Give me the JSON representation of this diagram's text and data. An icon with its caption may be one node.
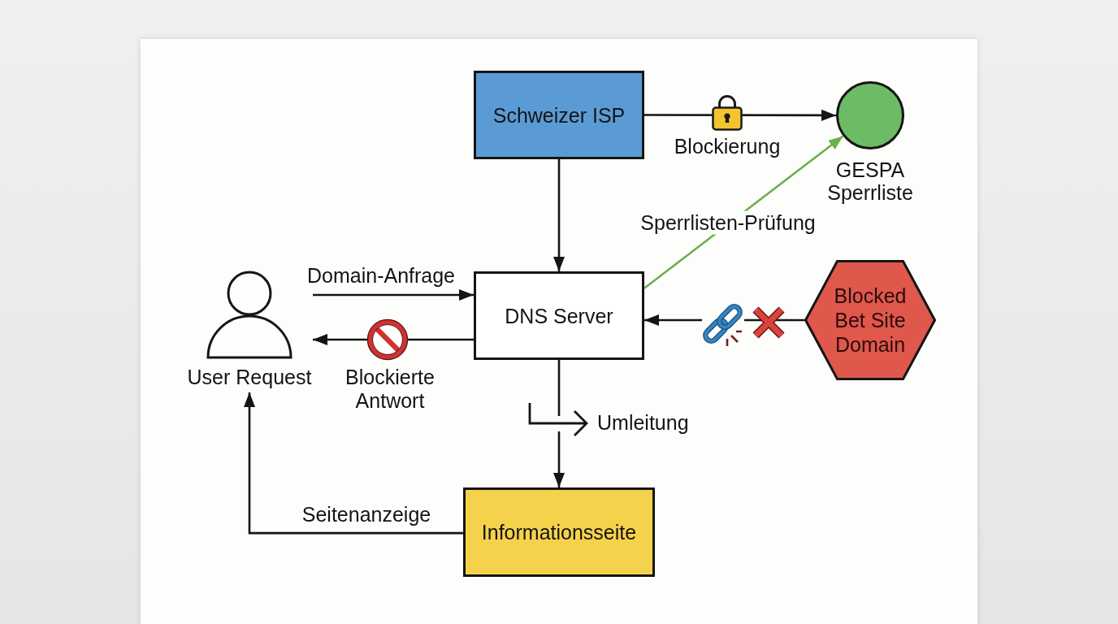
{
  "diagram": {
    "nodes": [
      {
        "text": [
          "Schweizer ISP"
        ]
      },
      {
        "text": [
          "GESPA Sperrliste"
        ]
      },
      {
        "text": [
          "User Request"
        ]
      },
      {
        "text": [
          "DNS Server"
        ]
      },
      {
        "text": [
          "Blocked Bet Site Domain"
        ]
      },
      {
        "text": [
          "Informationsseite"
        ]
      }
    ],
    "edges": [
      {
        "from": 0,
        "to": 1,
        "arrow": "to",
        "label": "Blockierung"
      },
      {
        "from": 0,
        "to": 3,
        "arrow": "to"
      },
      {
        "from": 3,
        "to": 1,
        "arrow": "to",
        "label": "Sperrlisten-Prüfung",
        "color": "#6ab04c"
      },
      {
        "from": 2,
        "to": 3,
        "arrow": "to",
        "label": "Domain-Anfrage"
      },
      {
        "from": 3,
        "to": 2,
        "arrow": "to",
        "label": "Blockierte Antwort"
      },
      {
        "from": 4,
        "to": 3,
        "arrow": "to"
      },
      {
        "from": 3,
        "to": 5,
        "arrow": "to",
        "label": "Umleitung"
      },
      {
        "from": 5,
        "to": 2,
        "arrow": "to",
        "label": "Seitenanzeige"
      }
    ]
  }
}
